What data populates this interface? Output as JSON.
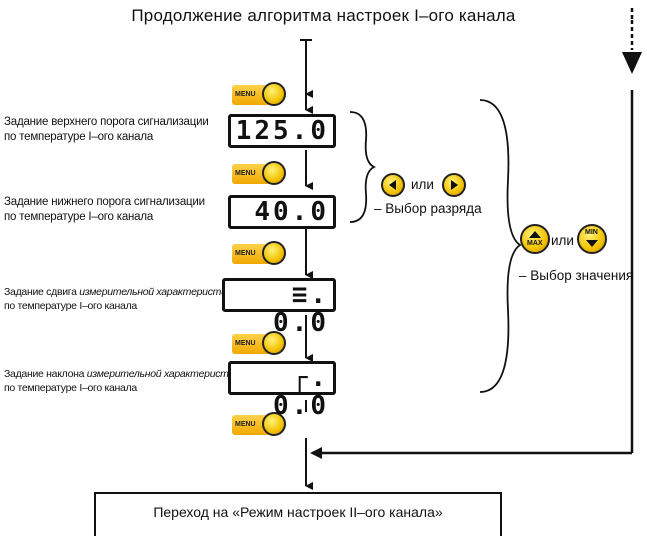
{
  "title": "Продолжение  алгоритма настроек I–ого канала",
  "steps": [
    {
      "line1": "Задание верхнего порога сигнализации",
      "line2": "по температуре  I–ого канала",
      "display": "125.0"
    },
    {
      "line1": "Задание нижнего  порога сигнализации",
      "line2": "по температуре I–ого канала",
      "display": "40.0"
    },
    {
      "line1_plain": "Задание сдвига ",
      "line1_italic": "измерительной характеристики",
      "line2": "по температуре I–ого канала",
      "display": "≡. 0.0"
    },
    {
      "line1_plain": "Задание наклона  ",
      "line1_italic": "измерительной характеристики",
      "line2": "по температуре  I–ого канала",
      "display": "┌. 0.0"
    }
  ],
  "menu_label": "MENU",
  "digit_select": {
    "or": "или",
    "text": "– Выбор разряда"
  },
  "value_select": {
    "max_label": "MAX",
    "min_label": "MIN",
    "or": "или",
    "text": "– Выбор значения"
  },
  "bottom_box": "Переход на «Режим настроек  II–ого канала»"
}
